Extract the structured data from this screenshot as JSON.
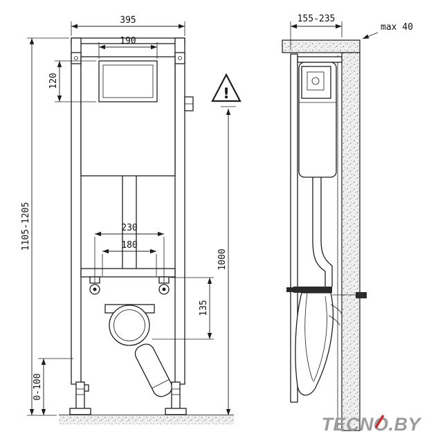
{
  "front": {
    "dim_total_width": "395",
    "dim_plate_width": "190",
    "dim_plate_height": "120",
    "dim_total_height": "1105-1205",
    "dim_fixing_spacing": "230",
    "dim_drain_spacing": "180",
    "dim_ref_height": "1000",
    "dim_outlet_offset": "135",
    "dim_foot_adjust": "0-100",
    "warning_mark": "!"
  },
  "side": {
    "dim_mount_depth": "155-235",
    "dim_finish_max": "max 40"
  },
  "logo": {
    "text": "TECNO.BY",
    "color": "#9c9c9c",
    "accent_color": "#cc2a2a"
  },
  "colors": {
    "line": "#1c1c1c",
    "background": "#ffffff"
  }
}
